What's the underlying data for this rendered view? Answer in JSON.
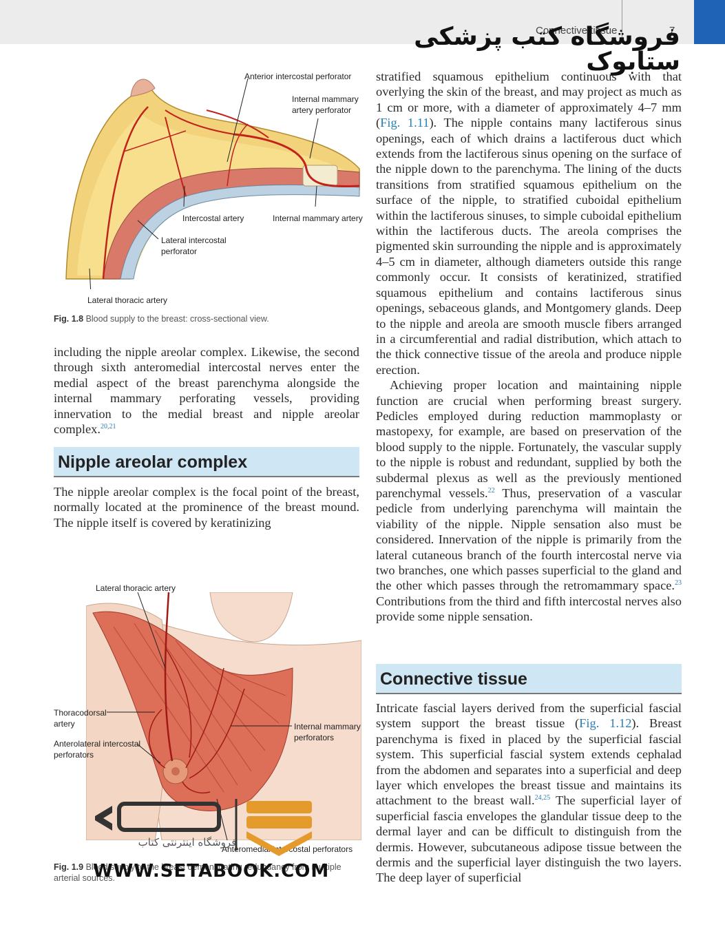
{
  "header": {
    "section_title": "Connective tissue",
    "page_number": "7"
  },
  "watermark": {
    "banner": "فروشگاه کتب پزشکی ستابوک",
    "logo_sub": "فروشگاه اینترنتی کتاب",
    "url": "WWW.SETABOOK.COM"
  },
  "fig18": {
    "labels": {
      "anterior_perforator": "Anterior intercostal perforator",
      "internal_mammary_perforator_1": "Internal mammary",
      "internal_mammary_perforator_2": "artery perforator",
      "intercostal_artery": "Intercostal artery",
      "internal_mammary_artery": "Internal mammary artery",
      "lateral_perforator_1": "Lateral intercostal",
      "lateral_perforator_2": "perforator",
      "lateral_thoracic": "Lateral thoracic artery"
    },
    "caption_num": "Fig. 1.8",
    "caption_text": "Blood supply to the breast: cross-sectional view."
  },
  "fig19": {
    "labels": {
      "lateral_thoracic": "Lateral thoracic artery",
      "thoracodorsal_1": "Thoracodorsal",
      "thoracodorsal_2": "artery",
      "anterolateral_1": "Anterolateral intercostal",
      "anterolateral_2": "perforators",
      "internal_mammary_1": "Internal mammary",
      "internal_mammary_2": "perforators",
      "anteromedial": "Anteromedial intercostal perforators"
    },
    "caption_num": "Fig. 1.9",
    "caption_text": "Blood supply to the breast demonstrating redundancy from multiple",
    "caption_line2": "arterial sources."
  },
  "left_column": {
    "para1": "including the nipple areolar complex. Likewise, the second through sixth anteromedial intercostal nerves enter the medial aspect of the breast parenchyma alongside the internal mammary perforating vessels, providing innervation to the medial breast and nipple areolar complex.",
    "para1_ref": "20,21",
    "section_heading": "Nipple areolar complex",
    "para2": "The nipple areolar complex is the focal point of the breast, normally located at the prominence of the breast mound. The nipple itself is covered by keratinizing"
  },
  "right_column": {
    "para1_a": "stratified squamous epithelium continuous with that overlying the skin of the breast, and may project as much as 1 cm or more, with a diameter of approximately 4–7 mm (",
    "para1_figref": "Fig. 1.11",
    "para1_b": "). The nipple contains many lactiferous sinus openings, each of which drains a lactiferous duct which extends from the lactiferous sinus opening on the surface of the nipple down to the parenchyma. The lining of the ducts transitions from stratified squamous epithelium on the surface of the nipple, to stratified cuboidal epithelium within the lactiferous sinuses, to simple cuboidal epithelium within the lactiferous ducts. The areola comprises the pigmented skin surrounding the nipple and is approximately 4–5 cm in diameter, although diameters outside this range commonly occur. It consists of keratinized, stratified squamous epithelium and contains lactiferous sinus openings, sebaceous glands, and Montgomery glands. Deep to the nipple and areola are smooth muscle fibers arranged in a circumferential and radial distribution, which attach to the thick connective tissue of the areola and produce nipple erection.",
    "para2_a": "Achieving proper location and maintaining nipple function are crucial when performing breast surgery. Pedicles employed during reduction mammoplasty or mastopexy, for example, are based on preservation of the blood supply to the nipple. Fortunately, the vascular supply to the nipple is robust and redundant, supplied by both the subdermal plexus as well as the previously mentioned parenchymal vessels.",
    "para2_ref1": "22",
    "para2_b": " Thus, preservation of a vascular pedicle from underlying parenchyma will maintain the viability of the nipple. Nipple sensation also must be considered. Innervation of the nipple is primarily from the lateral cutaneous branch of the fourth intercostal nerve via two branches, one which passes superficial to the gland and the other which passes through the retromammary space.",
    "para2_ref2": "23",
    "para2_c": " Contributions from the third and fifth intercostal nerves also provide some nipple sensation.",
    "section_heading": "Connective tissue",
    "para3_a": "Intricate fascial layers derived from the superficial fascial system support the breast tissue (",
    "para3_figref": "Fig. 1.12",
    "para3_b": "). Breast parenchyma is fixed in placed by the superficial fascial system. This superficial fascial system extends cephalad from the abdomen and separates into a superficial and deep layer which envelopes the breast tissue and maintains its attachment to the breast wall.",
    "para3_ref": "24,25",
    "para3_c": " The superficial layer of superficial fascia envelopes the glandular tissue deep to the dermal layer and can be difficult to distinguish from the dermis. However, subcutaneous adipose tissue between the dermis and the superficial layer distinguish the two layers. The deep layer of superficial"
  }
}
